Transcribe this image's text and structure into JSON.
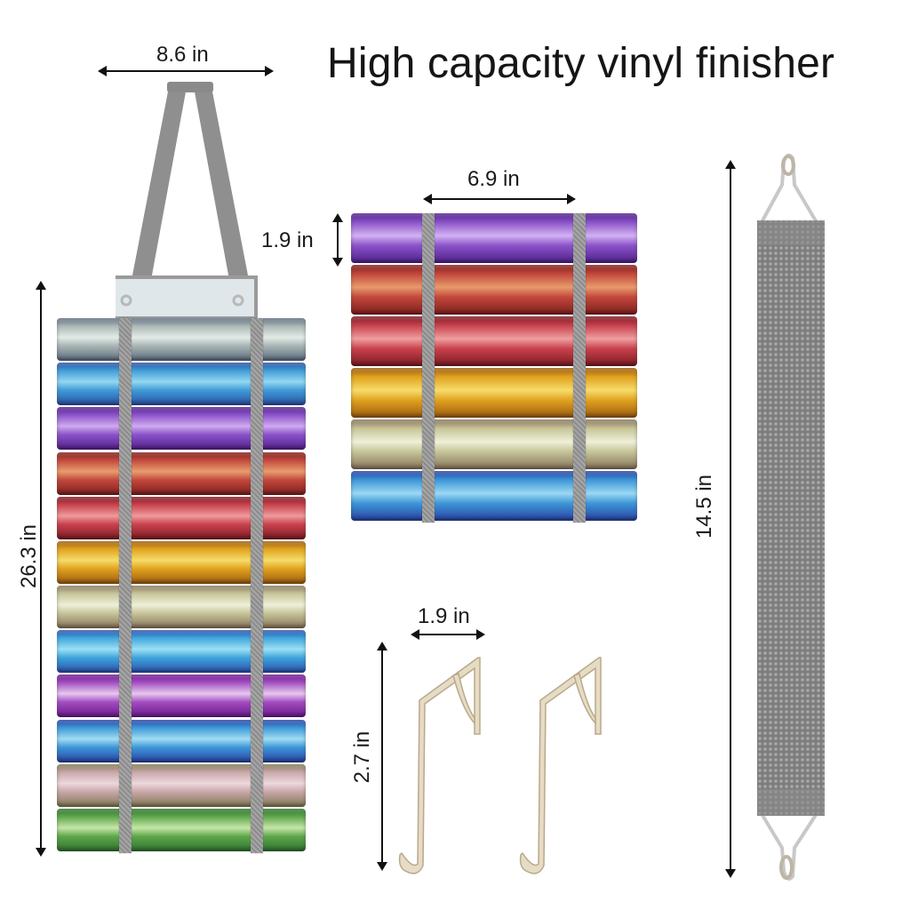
{
  "title": "High capacity vinyl finisher",
  "dimensions": {
    "organizer_width": "8.6 in",
    "organizer_height": "26.3 in",
    "roll_width": "6.9 in",
    "roll_diameter": "1.9 in",
    "hook_width": "1.9 in",
    "hook_height": "2.7 in",
    "strap_length": "14.5 in"
  },
  "large_organizer": {
    "roll_colors": [
      {
        "name": "silver",
        "base": "#a9b6b3",
        "light": "#e3ebe8",
        "dark": "#5c6a80"
      },
      {
        "name": "light-blue",
        "base": "#3f9bd6",
        "light": "#93d7f2",
        "dark": "#2a4ea0"
      },
      {
        "name": "purple",
        "base": "#8a52c8",
        "light": "#cfaaf0",
        "dark": "#54208a"
      },
      {
        "name": "red-orange",
        "base": "#c2473c",
        "light": "#e79d6e",
        "dark": "#7d1f1e"
      },
      {
        "name": "red",
        "base": "#c8414c",
        "light": "#ef9a9c",
        "dark": "#7a1a22"
      },
      {
        "name": "gold",
        "base": "#e0a21e",
        "light": "#f6dc6a",
        "dark": "#9b5b10"
      },
      {
        "name": "champagne",
        "base": "#c6c498",
        "light": "#eef0d8",
        "dark": "#86725a"
      },
      {
        "name": "sky-blue",
        "base": "#3fa4dc",
        "light": "#9be0f4",
        "dark": "#2a4ea8"
      },
      {
        "name": "violet",
        "base": "#a24cc0",
        "light": "#e6c8ee",
        "dark": "#6a1a8a"
      },
      {
        "name": "blue",
        "base": "#3d96d8",
        "light": "#a0dcf2",
        "dark": "#2840a0"
      },
      {
        "name": "rose-gold",
        "base": "#c8a6a8",
        "light": "#ecd8dc",
        "dark": "#7e7850"
      },
      {
        "name": "green",
        "base": "#5ea64a",
        "light": "#c6e6a8",
        "dark": "#2e7230"
      }
    ]
  },
  "small_organizer": {
    "roll_colors": [
      {
        "name": "purple",
        "base": "#8a52c8",
        "light": "#d2b2f2",
        "dark": "#50208a"
      },
      {
        "name": "red-orange",
        "base": "#c2473c",
        "light": "#e89a6c",
        "dark": "#7d1f1e"
      },
      {
        "name": "red",
        "base": "#c8414c",
        "light": "#ef9ea0",
        "dark": "#7a1a22"
      },
      {
        "name": "gold",
        "base": "#e0a21e",
        "light": "#f6dc6a",
        "dark": "#9b5b10"
      },
      {
        "name": "champagne",
        "base": "#c6c498",
        "light": "#eef0d8",
        "dark": "#86725a"
      },
      {
        "name": "blue",
        "base": "#3d96d8",
        "light": "#9ad8f2",
        "dark": "#2840a0"
      }
    ]
  },
  "colors": {
    "strap_gray": "#8f8f8f",
    "hook_metal": "#e2d6bf",
    "text": "#151515"
  }
}
